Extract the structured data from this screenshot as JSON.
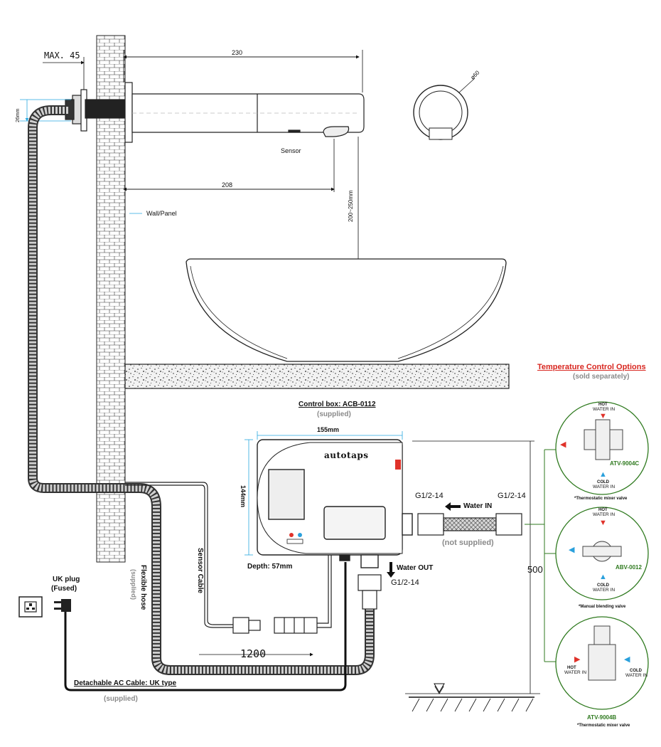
{
  "dims": {
    "max_offset": "MAX. 45",
    "spout_length": "230",
    "reach": "208",
    "spout_height": "26mm",
    "clearance": "200~250mm",
    "diameter": "ø60",
    "box_width": "155mm",
    "box_height": "144mm",
    "box_depth": "Depth: 57mm",
    "hose_length": "1200",
    "floor_height": "500"
  },
  "labels": {
    "sensor": "Sensor",
    "wall": "Wall/Panel",
    "control_box_title": "Control box: ACB-0112",
    "control_box_supplied": "(supplied)",
    "brand": "autotaps",
    "thread_left": "G1/2-14",
    "thread_right": "G1/2-14",
    "thread_out": "G1/2-14",
    "water_in": "Water IN",
    "water_out": "Water OUT",
    "not_supplied": "(not supplied)",
    "sensor_cable": "Sensor Cable",
    "flexible_hose": "Flexible hose",
    "hose_supplied": "(supplied)",
    "uk_plug_line1": "UK plug",
    "uk_plug_line2": "(Fused)",
    "ac_cable": "Detachable AC Cable: UK type",
    "ac_supplied": "(supplied)"
  },
  "options": {
    "title": "Temperature Control Options",
    "subtitle": "(sold separately)",
    "items": [
      {
        "model": "ATV-9004C",
        "hot": "HOT",
        "hot_sub": "WATER IN",
        "cold": "COLD",
        "cold_sub": "WATER IN",
        "caption": "*Thermostatic mixer valve"
      },
      {
        "model": "ABV-0012",
        "hot": "HOT",
        "hot_sub": "WATER IN",
        "cold": "COLD",
        "cold_sub": "WATER IN",
        "caption": "*Manual blending valve"
      },
      {
        "model": "ATV-9004B",
        "hot": "HOT",
        "hot_sub": "WATER IN",
        "cold": "COLD",
        "cold_sub": "WATER IN",
        "caption": "*Thermostatic mixer valve"
      }
    ]
  },
  "colors": {
    "hot": "#e0322a",
    "cold": "#2aa0dc",
    "dim_line": "#29a8e0",
    "accent_red": "#d8261f",
    "accent_green": "#2f7a1f"
  },
  "icons": [
    "power-socket-icon",
    "uk-plug-icon",
    "arrow-left-icon",
    "arrow-down-icon",
    "ground-symbol-icon"
  ]
}
